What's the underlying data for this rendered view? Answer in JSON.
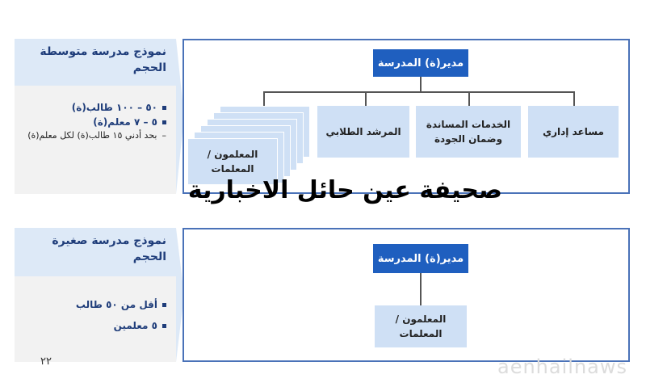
{
  "medium": {
    "title": "نموذج مدرسة متوسطة الحجم",
    "bullets": [
      "٥٠ – ١٠٠ طالب(ة)",
      "٥ – ٧ معلم(ة)"
    ],
    "sub_bullet": "بحد أدني ١٥ طالب(ة) لكل معلم(ة)",
    "principal": "مدير(ة) المدرسة",
    "units": {
      "assistant": "مساعد إداري",
      "support": "الخدمات المساندة وضمان الجودة",
      "counselor": "المرشد الطلابي",
      "teachers": "المعلمون / المعلمات"
    }
  },
  "small": {
    "title": "نموذج مدرسة صغيرة الحجم",
    "bullets": [
      "أقل من ٥٠ طالب",
      "٥ معلمين"
    ],
    "principal": "مدير(ة) المدرسة",
    "teachers": "المعلمون / المعلمات"
  },
  "page_number": "٢٢",
  "watermark_main": "صحيفة عين حائل الاخبارية",
  "watermark_site": "aenhailnaws",
  "colors": {
    "dark_box": "#1f5fbf",
    "light_box": "#cfe0f5",
    "frame": "#4a72b8",
    "title_text": "#1f3d7a"
  }
}
